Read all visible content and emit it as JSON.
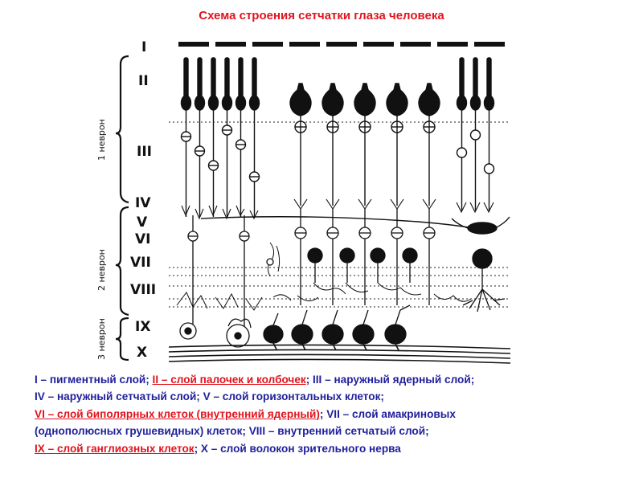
{
  "title": "Схема строения сетчатки глаза человека",
  "diagram": {
    "layer_labels": [
      "I",
      "II",
      "III",
      "IV",
      "V",
      "VI",
      "VII",
      "VIII",
      "IX",
      "X"
    ],
    "neuron_labels": [
      "1 неврон",
      "2 неврон",
      "3 неврон"
    ]
  },
  "caption": {
    "s1": "I – пигментный слой; ",
    "s2": "II – слой палочек и колбочек",
    "s3": "; III – наружный ядерный слой;",
    "s4": "IV – наружный сетчатый слой; V – слой горизонтальных клеток;",
    "s5": "VI – слой биполярных клеток (внутренний ядерный)",
    "s6": "; VII – слой амакриновых",
    "s7": "(однополюсных грушевидных) клеток; VIII – внутренний сетчатый слой;",
    "s8": "IX – слой ганглиозных клеток",
    "s9": "; X – слой волокон зрительного нерва"
  },
  "colors": {
    "title": "#e0141e",
    "caption": "#1f1f9c",
    "highlight": "#e0141e",
    "ink": "#111111"
  }
}
